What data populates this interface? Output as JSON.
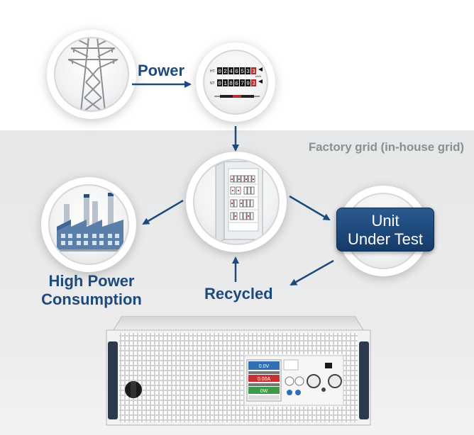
{
  "diagram": {
    "grid_label": "Factory grid (in-house grid)",
    "power_label": "Power",
    "consumption_label_line1": "High Power",
    "consumption_label_line2": "Consumption",
    "recycled_label": "Recycled",
    "uut_line1": "Unit",
    "uut_line2": "Under Test"
  },
  "meter": {
    "ht_label": "HT",
    "nt_label": "NT",
    "ht_digits": [
      "0",
      "2",
      "4",
      "6",
      "5",
      "3",
      "3"
    ],
    "nt_digits": [
      "0",
      "1",
      "8",
      "6",
      "7",
      "9",
      "3"
    ],
    "unit_label": "kWh"
  },
  "device": {
    "display_voltage": "0.0V",
    "display_current": "0.00A",
    "display_power": "0W"
  },
  "colors": {
    "accent": "#1c4a7d",
    "grid_zone": "#e8e9ea",
    "uut_box": "#1f4a7e"
  },
  "icons": {
    "tower": "power-tower-icon",
    "meter": "electric-meter-icon",
    "panel": "distribution-panel-icon",
    "factory": "factory-icon"
  }
}
